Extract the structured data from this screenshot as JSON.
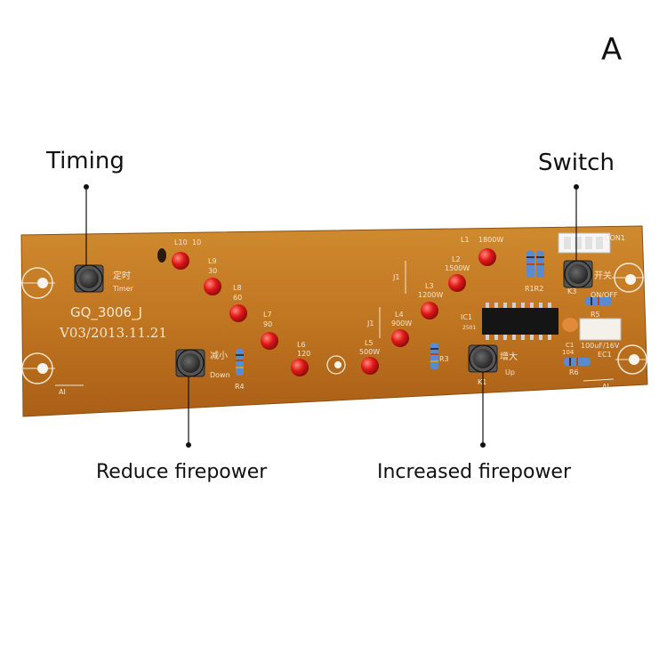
{
  "corner_letter": "A",
  "callouts": {
    "timing": "Timing",
    "switch": "Switch",
    "reduce": "Reduce firepower",
    "increase": "Increased firepower"
  },
  "board": {
    "model": "GQ_3006_J",
    "version": "V03/2013.11.21",
    "timer_cn": "定时",
    "timer_en": "Timer",
    "down_cn": "减小",
    "down_en": "Down",
    "up_cn": "增大",
    "up_en": "Up",
    "switch_cn": "开关",
    "switch_en": "ON/OFF",
    "connector": "CON1",
    "ic": "IC1",
    "ic_part": "2501",
    "cap": "100uF/16V",
    "cap_ref": "EC1",
    "cap_small": "C1",
    "r4": "R4",
    "r3": "R3",
    "r5": "R5",
    "r6": "R6",
    "r104": "104",
    "r1r2": "R1R2",
    "k1": "K1",
    "k3": "K3",
    "ai_left": "AI",
    "ai_right": "AI",
    "j1a": "J1",
    "j1b": "J1"
  },
  "leds": [
    {
      "ref": "L10",
      "value": "10"
    },
    {
      "ref": "L9",
      "value": "30"
    },
    {
      "ref": "L8",
      "value": "60"
    },
    {
      "ref": "L7",
      "value": "90"
    },
    {
      "ref": "L6",
      "value": "120"
    },
    {
      "ref": "L5",
      "value": "500W"
    },
    {
      "ref": "L4",
      "value": "900W"
    },
    {
      "ref": "L3",
      "value": "1200W"
    },
    {
      "ref": "L2",
      "value": "1500W"
    },
    {
      "ref": "L1",
      "value": "1800W"
    }
  ],
  "colors": {
    "board": "#c27a22",
    "board_dark": "#9a5a14",
    "silk": "#f3e6cf",
    "led": "#e01818",
    "button": "#2a2a2a"
  }
}
